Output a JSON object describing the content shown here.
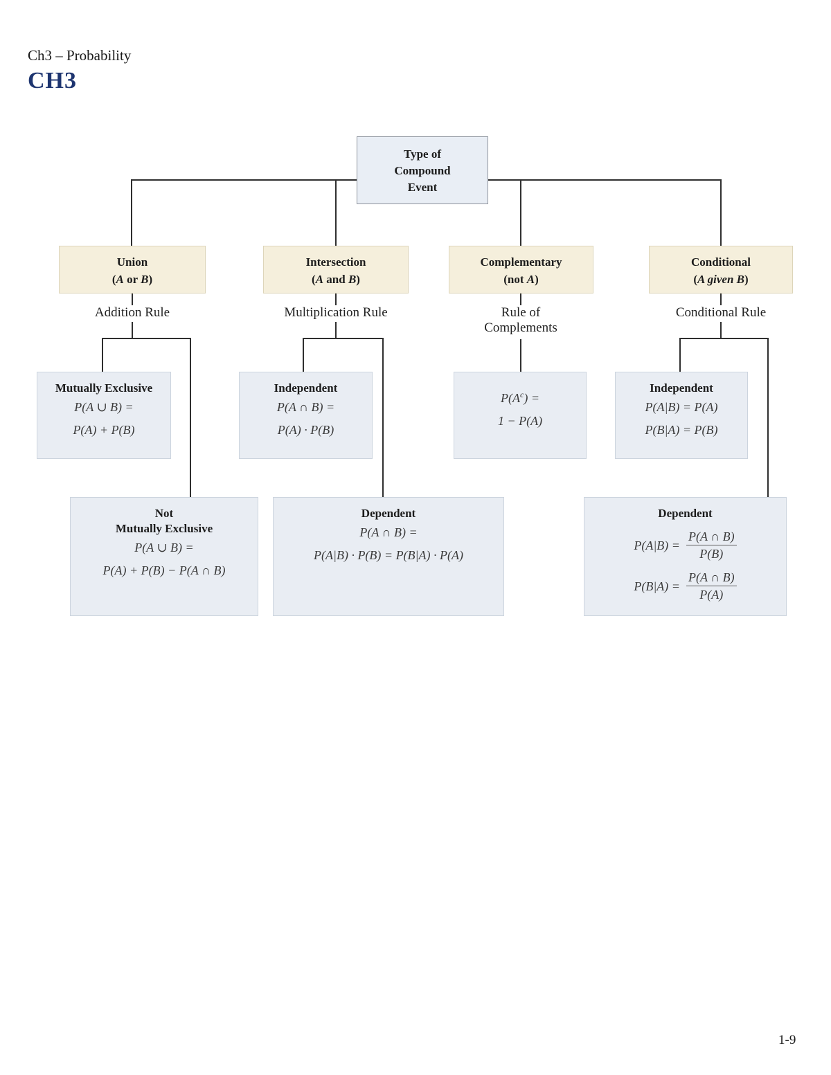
{
  "page": {
    "header_small": "Ch3 – Probability",
    "title": "CH3",
    "page_number": "1-9"
  },
  "root": {
    "line1": "Type of",
    "line2": "Compound",
    "line3": "Event"
  },
  "branches": {
    "union": {
      "title": "Union",
      "sub": [
        "(",
        "A",
        " or ",
        "B",
        ")"
      ],
      "rule": "Addition Rule"
    },
    "intersection": {
      "title": "Intersection",
      "sub": [
        "(",
        "A",
        " and ",
        "B",
        ")"
      ],
      "rule": "Multiplication Rule"
    },
    "complementary": {
      "title": "Complementary",
      "sub": [
        "(not ",
        "A",
        ")"
      ],
      "rule_line1": "Rule of",
      "rule_line2": "Complements"
    },
    "conditional": {
      "title": "Conditional",
      "sub": [
        "(",
        "A",
        " given ",
        "B",
        ")"
      ],
      "rule": "Conditional Rule"
    }
  },
  "nodes": {
    "mutually_exclusive": {
      "title": "Mutually Exclusive",
      "f1": "P(A ∪ B) =",
      "f2": "P(A) + P(B)"
    },
    "independent_intersection": {
      "title": "Independent",
      "f1": "P(A ∩ B) =",
      "f2": "P(A) · P(B)"
    },
    "complement_formula": {
      "f1_pre": "P(A",
      "f1_sup": "c",
      "f1_post": ") =",
      "f2": "1 − P(A)"
    },
    "independent_conditional": {
      "title": "Independent",
      "f1": "P(A|B) = P(A)",
      "f2": "P(B|A) = P(B)"
    },
    "not_mutually_exclusive": {
      "title_line1": "Not",
      "title_line2": "Mutually Exclusive",
      "f1": "P(A ∪ B) =",
      "f2": "P(A) + P(B) − P(A ∩ B)"
    },
    "dependent_multiplication": {
      "title": "Dependent",
      "f1": "P(A ∩ B) =",
      "f2": "P(A|B) · P(B) = P(B|A) · P(A)"
    },
    "dependent_conditional": {
      "title": "Dependent",
      "eq1": {
        "lhs": "P(A|B) =",
        "num": "P(A ∩ B)",
        "den": "P(B)"
      },
      "eq2": {
        "lhs": "P(B|A) =",
        "num": "P(A ∩ B)",
        "den": "P(A)"
      }
    }
  },
  "colors": {
    "category_fill": "#f5efdc",
    "panel_fill": "#e9edf3",
    "root_fill": "#e9eef5",
    "connector": "#2f2f2f",
    "title_blue": "#1e3570"
  }
}
